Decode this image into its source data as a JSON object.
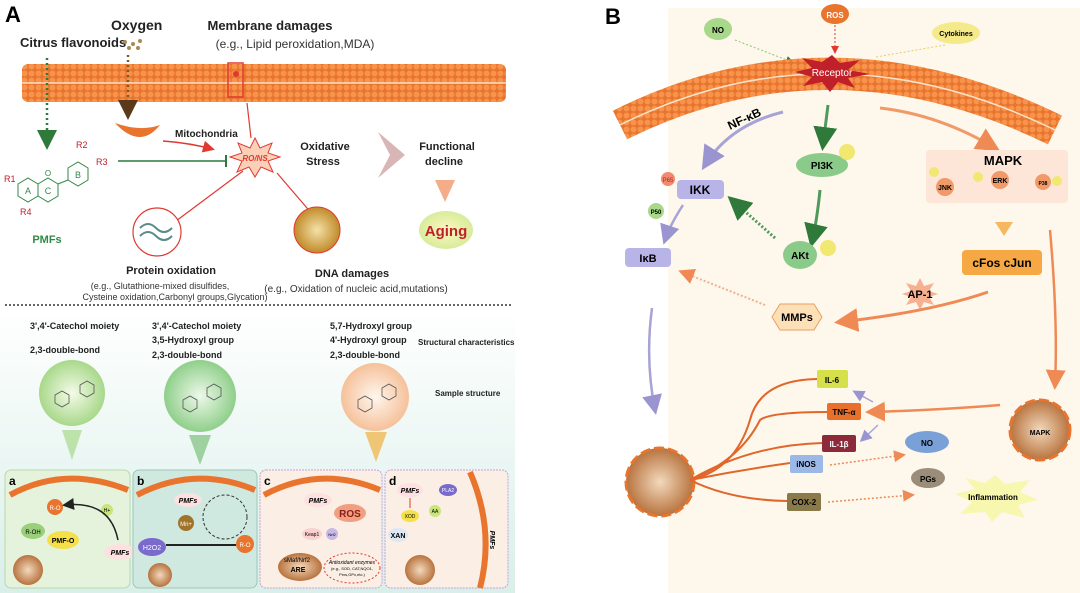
{
  "panel_a": {
    "label": "A",
    "citrus_flavonoids": "Citrus flavonoids",
    "oxygen": "Oxygen",
    "membrane_damages": {
      "title": "Membrane damages",
      "example": "(e.g., Lipid peroxidation,MDA)"
    },
    "mitochondria": "Mitochondria",
    "ro_ns": "RO/NS",
    "oxidative_stress": [
      "Oxidative",
      "Stress"
    ],
    "functional_decline": [
      "Functional",
      "decline"
    ],
    "aging": "Aging",
    "pmfs": "PMFs",
    "flavonoid_core": {
      "r1": "R1",
      "r2": "R2",
      "r3": "R3",
      "r4": "R4",
      "ring_a": "A",
      "ring_b": "B",
      "ring_c": "C",
      "oxygen": "O"
    },
    "protein_oxidation": {
      "title": "Protein oxidation",
      "example_lines": [
        "(e.g., Glutathione-mixed disulfides,",
        "Cysteine oxidation,Carbonyl groups,Glycation)"
      ]
    },
    "dna_damages": {
      "title": "DNA damages",
      "example": "(e.g., Oxidation of nucleic acid,mutations)"
    },
    "structure_groups": [
      {
        "bullets": [
          "3',4'-Catechol moiety",
          "2,3-double-bond"
        ],
        "color": "#a8d88a"
      },
      {
        "bullets": [
          "3',4'-Catechol moiety",
          "3,5-Hydroxyl group",
          "2,3-double-bond"
        ],
        "color": "#8fcf8a"
      },
      {
        "bullets": [
          "5,7-Hydroxyl group",
          "4'-Hydroxyl group",
          "2,3-double-bond"
        ],
        "color": "#f5c19a"
      }
    ],
    "structural_characteristics": "Structural characteristics",
    "sample_structure": "Sample structure",
    "mechanisms": {
      "a": {
        "label": "a",
        "r_o": "R-O",
        "r_oh": "R-OH",
        "pmf_o": "PMF-O",
        "pmfs": "PMFs",
        "h": "H+"
      },
      "b": {
        "label": "b",
        "pmfs": "PMFs",
        "metal": "Mn+",
        "h2o2": "H2O2",
        "r_o": "R-O"
      },
      "c": {
        "label": "c",
        "pmfs": "PMFs",
        "ros": "ROS",
        "keap1": "Keap1",
        "nrf2": "Nrf2",
        "smaf": "sMaf/Nrf2",
        "are": "ARE",
        "enzymes": [
          "Antioxidant enzymes",
          "(e.g., SOD, CAT,NQO1,",
          "Prxs,GPx,etc.)"
        ]
      },
      "d": {
        "label": "d",
        "pmfs": "PMFs",
        "pla2": "PLA2",
        "xod": "XOD",
        "aa": "AA",
        "xan": "XAN",
        "pmfs_side": "PMFs"
      }
    }
  },
  "panel_b": {
    "label": "B",
    "no_top": "NO",
    "ros": "ROS",
    "cytokines": "Cytokines",
    "receptor": "Receptor",
    "nf_kb": "NF-κB",
    "pi3k": "PI3K",
    "mapk": "MAPK",
    "jnk": "JNK",
    "erk": "ERK",
    "p38": "P38",
    "ikk": "IKK",
    "p65": "P65",
    "p50": "P50",
    "ikb": "IκB",
    "akt": "AKt",
    "cfos_cjun": "cFos  cJun",
    "ap1": "AP-1",
    "mmps": "MMPs",
    "il6": "IL-6",
    "tnfa": "TNF-α",
    "il1b": "IL-1β",
    "inos": "iNOS",
    "cox2": "COX-2",
    "no_product": "NO",
    "pgs": "PGs",
    "inflammation": "Inflammation",
    "nucleus_mapk": "MAPK",
    "colors": {
      "membrane": "#f08a3c",
      "receptor": "#c0202a",
      "nfkb_arrow": "#a7a3d6",
      "pi3k_arrow": "#4f9a5b",
      "mapk_arrow": "#f09a6a",
      "il6": "#d6e04a",
      "tnfa": "#e8702a",
      "il1b": "#8a2a3a",
      "inos": "#9bb8e6",
      "cox2": "#8a7a4a"
    }
  }
}
